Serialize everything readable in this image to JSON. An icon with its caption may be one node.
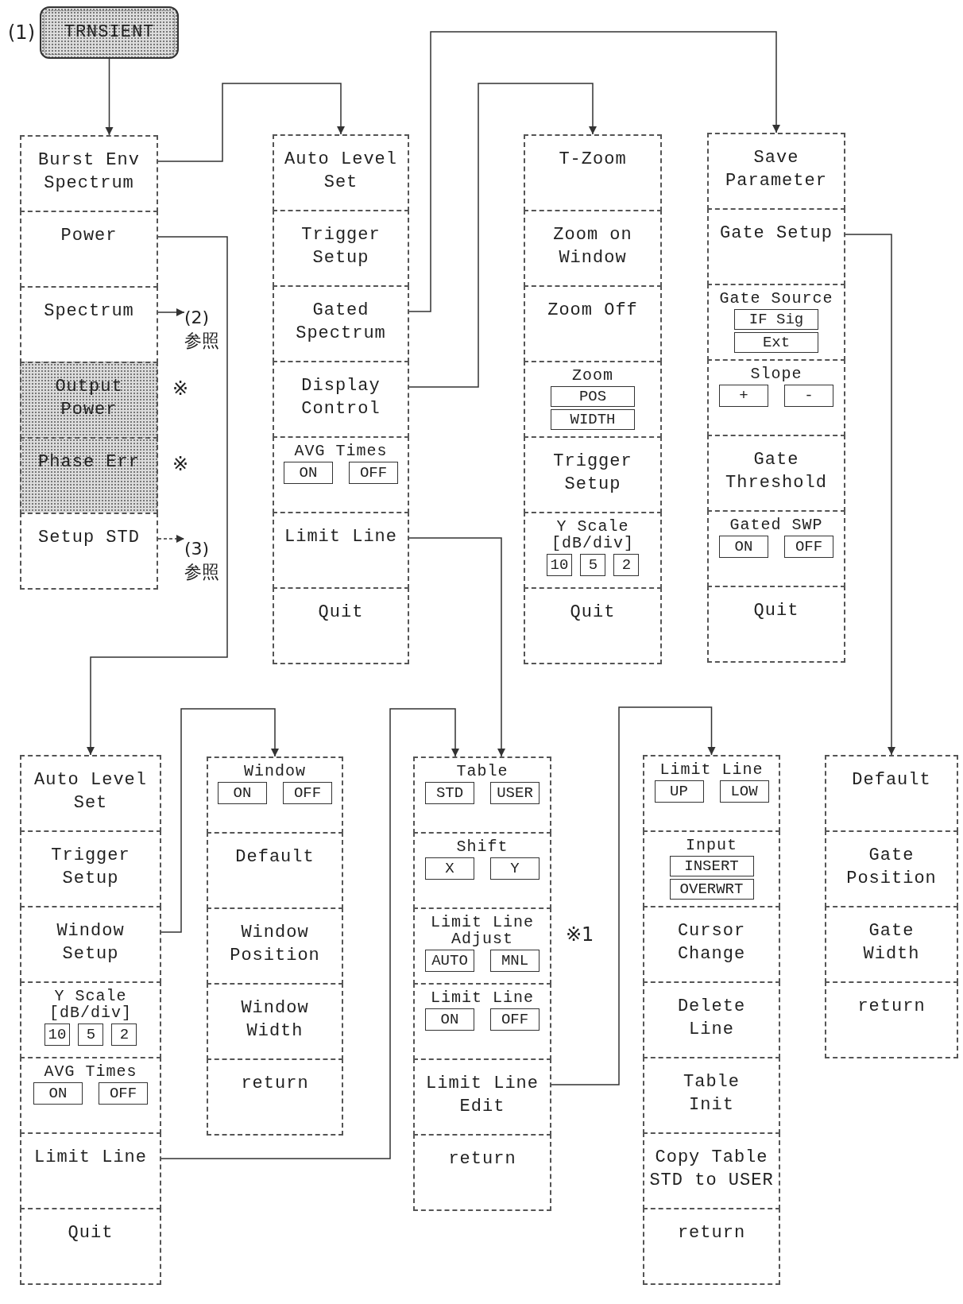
{
  "diagram": {
    "nodes": [
      {
        "text": [
          "TRNSIENT"
        ],
        "beside": [
          "(1)"
        ]
      },
      {
        "text": [
          "Burst Env Spectrum"
        ]
      },
      {
        "text": [
          "Power"
        ]
      },
      {
        "text": [
          "Spectrum"
        ]
      },
      {
        "text": [
          "(2)",
          "参照"
        ]
      },
      {
        "text": [
          "Output Power"
        ],
        "beside": [
          "※"
        ]
      },
      {
        "text": [
          "Phase Err"
        ],
        "beside": [
          "※"
        ]
      },
      {
        "text": [
          "Setup STD"
        ]
      },
      {
        "text": [
          "(3)",
          "参照"
        ]
      },
      {
        "text": [
          "Auto Level Set"
        ]
      },
      {
        "text": [
          "Trigger Setup"
        ]
      },
      {
        "text": [
          "Gated Spectrum"
        ]
      },
      {
        "text": [
          "Display Control"
        ]
      },
      {
        "text": [
          "AVG Times"
        ]
      },
      {
        "text": [
          "ON"
        ],
        "in": 13
      },
      {
        "text": [
          "OFF"
        ],
        "in": 13
      },
      {
        "text": [
          "Limit Line"
        ]
      },
      {
        "text": [
          "Quit"
        ]
      },
      {
        "text": [
          "T-Zoom"
        ]
      },
      {
        "text": [
          "Zoom on Window"
        ]
      },
      {
        "text": [
          "Zoom Off"
        ]
      },
      {
        "text": [
          "Zoom"
        ]
      },
      {
        "text": [
          "POS"
        ],
        "in": 21
      },
      {
        "text": [
          "WIDTH"
        ],
        "in": 21
      },
      {
        "text": [
          "Trigger Setup"
        ]
      },
      {
        "text": [
          "Y Scale",
          "[dB/div]"
        ]
      },
      {
        "text": [
          "10"
        ],
        "in": 25
      },
      {
        "text": [
          "5"
        ],
        "in": 25
      },
      {
        "text": [
          "2"
        ],
        "in": 25
      },
      {
        "text": [
          "Quit"
        ]
      },
      {
        "text": [
          "Save Parameter"
        ]
      },
      {
        "text": [
          "Gate Setup"
        ]
      },
      {
        "text": [
          "Gate Source"
        ]
      },
      {
        "text": [
          "IF Sig"
        ],
        "in": 32
      },
      {
        "text": [
          "Ext"
        ],
        "in": 32
      },
      {
        "text": [
          "Slope"
        ]
      },
      {
        "text": [
          "+"
        ],
        "in": 35
      },
      {
        "text": [
          "-"
        ],
        "in": 35
      },
      {
        "text": [
          "Gate Threshold"
        ]
      },
      {
        "text": [
          "Gated SWP"
        ]
      },
      {
        "text": [
          "ON"
        ],
        "in": 39
      },
      {
        "text": [
          "OFF"
        ],
        "in": 39
      },
      {
        "text": [
          "Quit"
        ]
      },
      {
        "text": [
          "Auto Level Set"
        ]
      },
      {
        "text": [
          "Trigger Setup"
        ]
      },
      {
        "text": [
          "Window Setup"
        ]
      },
      {
        "text": [
          "Y Scale",
          "[dB/div]"
        ]
      },
      {
        "text": [
          "10"
        ],
        "in": 46
      },
      {
        "text": [
          "5"
        ],
        "in": 46
      },
      {
        "text": [
          "2"
        ],
        "in": 46
      },
      {
        "text": [
          "AVG Times"
        ]
      },
      {
        "text": [
          "ON"
        ],
        "in": 50
      },
      {
        "text": [
          "OFF"
        ],
        "in": 50
      },
      {
        "text": [
          "Limit Line"
        ]
      },
      {
        "text": [
          "Quit"
        ]
      },
      {
        "text": [
          "Window"
        ]
      },
      {
        "text": [
          "ON"
        ],
        "in": 55
      },
      {
        "text": [
          "OFF"
        ],
        "in": 55
      },
      {
        "text": [
          "Default"
        ]
      },
      {
        "text": [
          "Window Position"
        ]
      },
      {
        "text": [
          "Window Width"
        ]
      },
      {
        "text": [
          "return"
        ]
      },
      {
        "text": [
          "Table"
        ]
      },
      {
        "text": [
          "STD"
        ],
        "in": 62
      },
      {
        "text": [
          "USER"
        ],
        "in": 62
      },
      {
        "text": [
          "Shift"
        ]
      },
      {
        "text": [
          "X"
        ],
        "in": 65
      },
      {
        "text": [
          "Y"
        ],
        "in": 65
      },
      {
        "text": [
          "Limit Line Adjust"
        ],
        "beside": [
          "※1"
        ]
      },
      {
        "text": [
          "AUTO"
        ],
        "in": 68
      },
      {
        "text": [
          "MNL"
        ],
        "in": 68
      },
      {
        "text": [
          "Limit Line"
        ]
      },
      {
        "text": [
          "ON"
        ],
        "in": 71
      },
      {
        "text": [
          "OFF"
        ],
        "in": 71
      },
      {
        "text": [
          "Limit Line Edit"
        ]
      },
      {
        "text": [
          "return"
        ]
      },
      {
        "text": [
          "Limit Line"
        ]
      },
      {
        "text": [
          "UP"
        ],
        "in": 76
      },
      {
        "text": [
          "LOW"
        ],
        "in": 76
      },
      {
        "text": [
          "Input"
        ]
      },
      {
        "text": [
          "INSERT"
        ],
        "in": 79
      },
      {
        "text": [
          "OVERWRT"
        ],
        "in": 79
      },
      {
        "text": [
          "Cursor Change"
        ]
      },
      {
        "text": [
          "Delete Line"
        ]
      },
      {
        "text": [
          "Table Init"
        ]
      },
      {
        "text": [
          "Copy Table STD to USER"
        ]
      },
      {
        "text": [
          "return"
        ]
      },
      {
        "text": [
          "Default"
        ]
      },
      {
        "text": [
          "Gate Position"
        ]
      },
      {
        "text": [
          "Gate Width"
        ]
      },
      {
        "text": [
          "return"
        ]
      }
    ],
    "edges": [
      {
        "from": 0,
        "to": 1,
        "arrow": "to"
      },
      {
        "from": 1,
        "to": 9,
        "arrow": "to"
      },
      {
        "from": 11,
        "to": 30,
        "arrow": "to"
      },
      {
        "from": 12,
        "to": 18,
        "arrow": "to"
      },
      {
        "from": 2,
        "to": 43,
        "arrow": "to"
      },
      {
        "from": 45,
        "to": 55,
        "arrow": "to"
      },
      {
        "from": 16,
        "to": 62,
        "arrow": "to"
      },
      {
        "from": 53,
        "to": 62,
        "arrow": "to"
      },
      {
        "from": 74,
        "to": 76,
        "arrow": "to"
      },
      {
        "from": 31,
        "to": 87,
        "arrow": "to"
      },
      {
        "from": 3,
        "to": 4,
        "arrow": "to"
      },
      {
        "from": 7,
        "to": 8,
        "arrow": "to",
        "style": "dashed"
      }
    ]
  }
}
